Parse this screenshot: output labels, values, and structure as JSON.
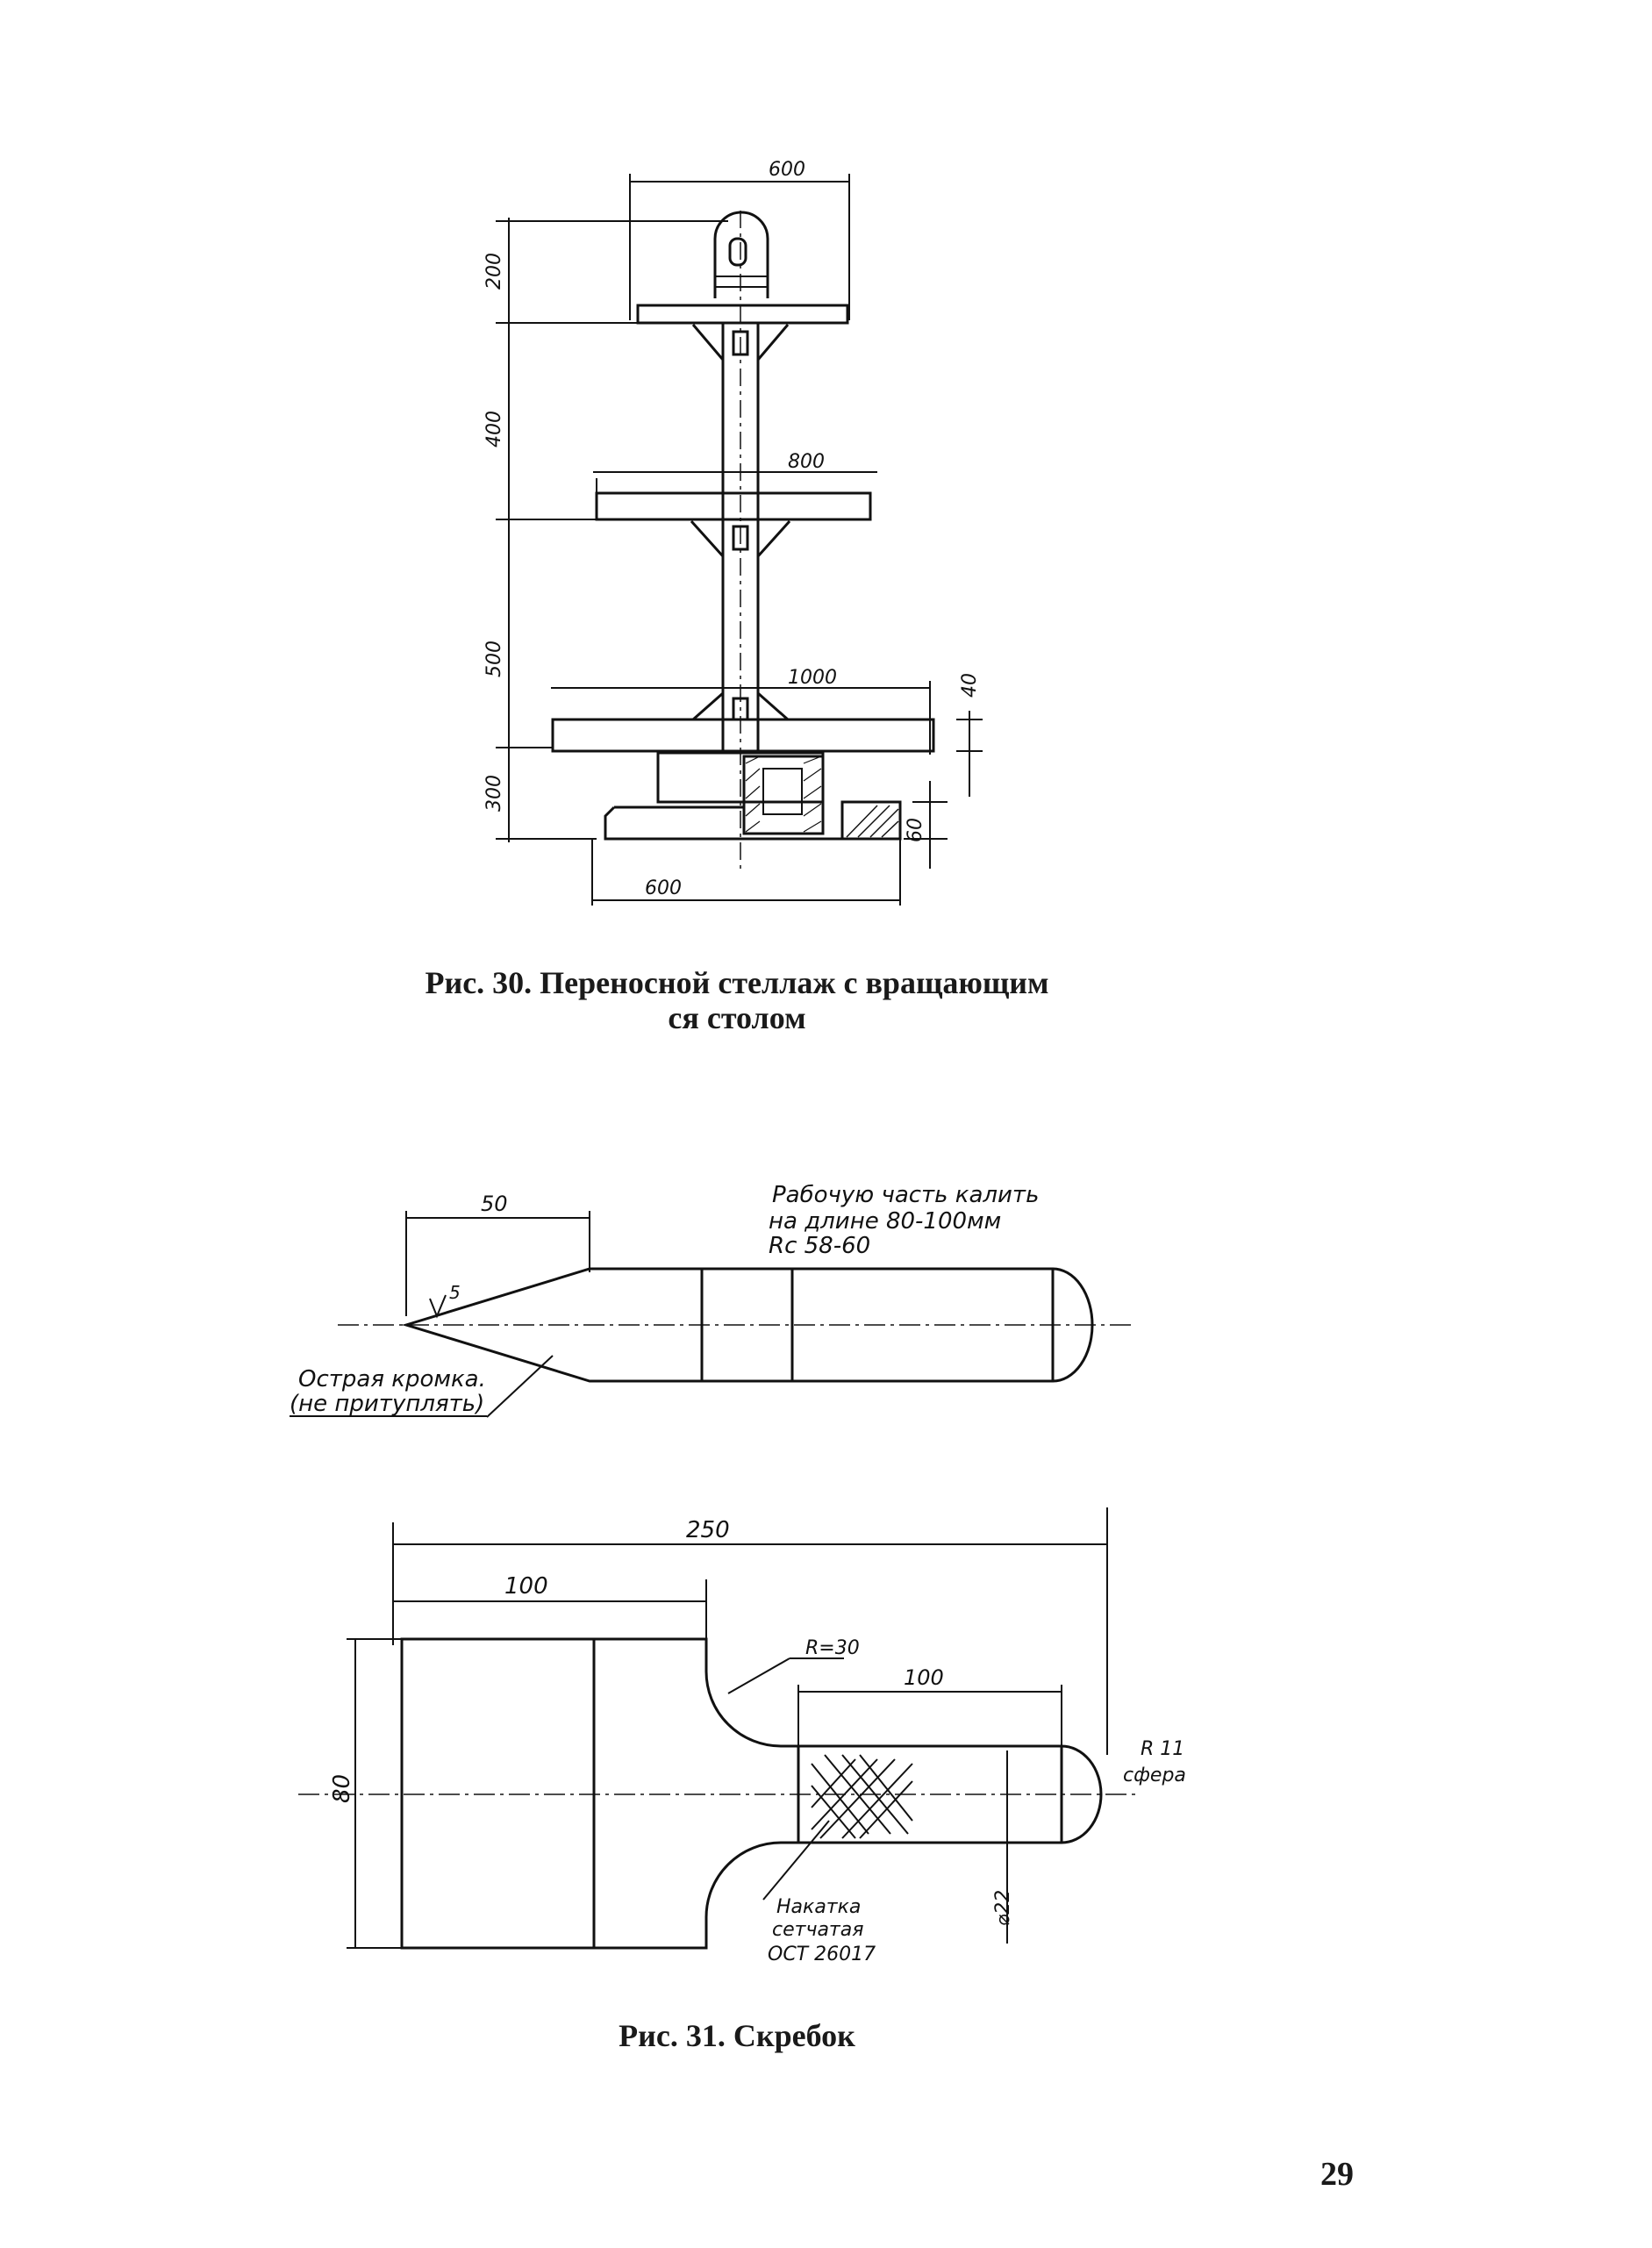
{
  "figure30": {
    "caption_line1": "Рис. 30. Переносной стеллаж с вращающим",
    "caption_line2": "ся столом",
    "dims": {
      "top_width": "600",
      "h_top": "200",
      "h_mid": "400",
      "mid_width": "800",
      "h_low": "500",
      "low_width": "1000",
      "shelf_thickness": "40",
      "h_base": "300",
      "base_thickness": "60",
      "base_width": "600"
    }
  },
  "figure31": {
    "caption": "Рис. 31. Скребок",
    "note_line1": "Рабочую часть калить",
    "note_line2": "на длине 80-100мм",
    "note_line3": "Rc 58-60",
    "dim_tip": "50",
    "roughness": "5",
    "edge_note_line1": "Острая кромка.",
    "edge_note_line2": "(не притуплять)",
    "dim_total": "250",
    "dim_blade": "100",
    "dim_height": "80",
    "radius": "R=30",
    "dim_handle": "100",
    "sphere_line1": "R 11",
    "sphere_line2": "сфера",
    "diameter": "⌀22",
    "knurl_line1": "Накатка",
    "knurl_line2": "сетчатая",
    "knurl_line3": "ОСТ 26017"
  },
  "page_number": "29"
}
